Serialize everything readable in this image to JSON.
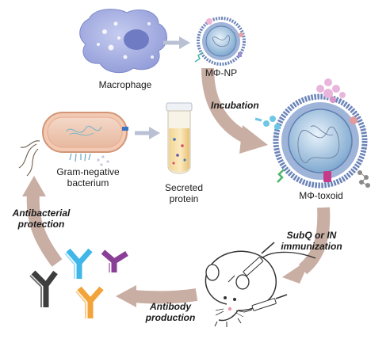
{
  "labels": {
    "macrophage": "Macrophage",
    "mphi_np": "MΦ-NP",
    "incubation": "Incubation",
    "mphi_toxoid": "MΦ-toxoid",
    "gram_negative_line1": "Gram-negative",
    "gram_negative_line2": "bacterium",
    "secreted_line1": "Secreted",
    "secreted_line2": "protein",
    "immunization_line1": "SubQ or IN",
    "immunization_line2": "immunization",
    "antibody_line1": "Antibody",
    "antibody_line2": "production",
    "antibacterial_line1": "Antibacterial",
    "antibacterial_line2": "protection"
  },
  "colors": {
    "cycle_arrow": "#c9aea3",
    "small_arrow": "#b9c0d4",
    "membrane_blue": "#6a83b8",
    "core_blue": "#8fb6d6",
    "macrophage_fill": "#a3aee0",
    "antibody_black": "#3d3d3d",
    "antibody_blue": "#40b7e8",
    "antibody_purple": "#8a3f96",
    "antibody_orange": "#f2a33a"
  }
}
